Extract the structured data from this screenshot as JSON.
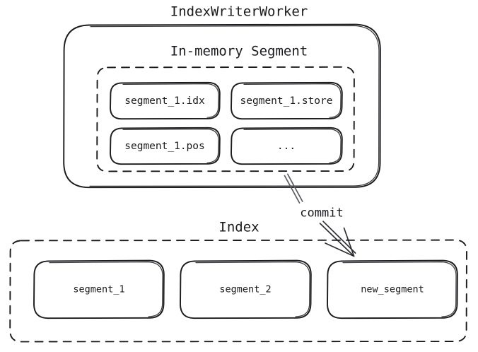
{
  "diagram": {
    "type": "architecture-flow",
    "background_color": "#ffffff",
    "stroke_color": "#1b1b1f",
    "text_color": "#1b1b1f",
    "arrow_color": "#555555",
    "style": "hand-drawn-sketch"
  },
  "worker": {
    "title": "IndexWriterWorker",
    "border_style": "solid",
    "inner": {
      "title": "In-memory Segment",
      "border_style": "dashed",
      "files": [
        {
          "label": "segment_1.idx"
        },
        {
          "label": "segment_1.store"
        },
        {
          "label": "segment_1.pos"
        },
        {
          "label": "..."
        }
      ]
    }
  },
  "arrow": {
    "label": "commit",
    "from": "In-memory Segment",
    "to": "new_segment",
    "direction": "down-right"
  },
  "index": {
    "title": "Index",
    "border_style": "dashed",
    "segments": [
      {
        "label": "segment_1"
      },
      {
        "label": "segment_2"
      },
      {
        "label": "new_segment"
      }
    ]
  }
}
